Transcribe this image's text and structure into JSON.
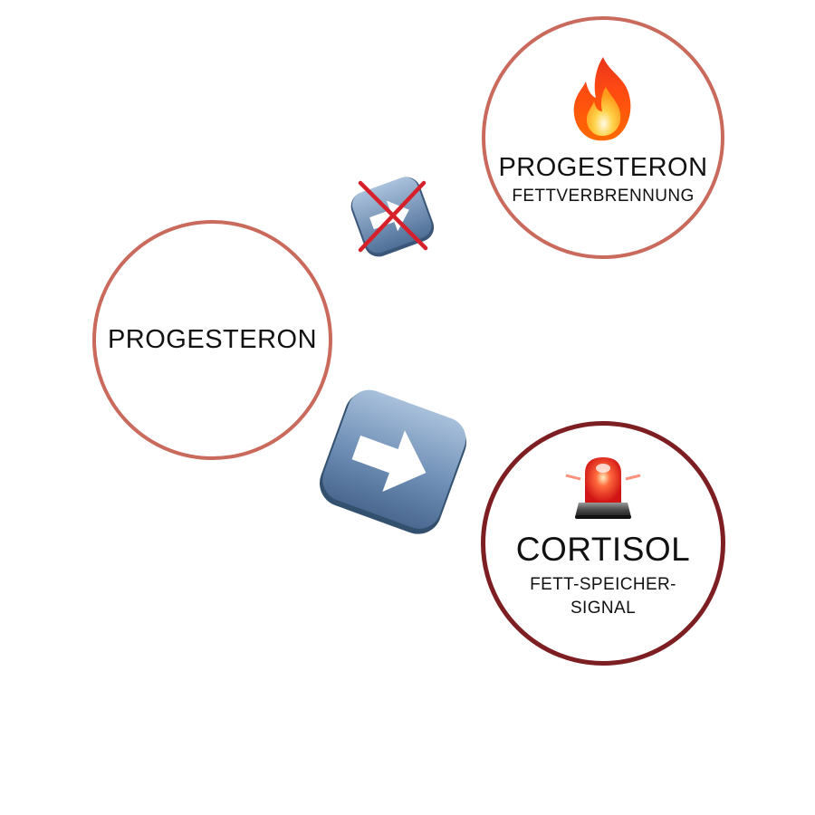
{
  "diagram": {
    "source": {
      "label": "PROGESTERON"
    },
    "blocked_target": {
      "icon": "fire-icon",
      "title": "PROGESTERON",
      "subtitle": "FETTVERBRENNUNG"
    },
    "active_target": {
      "icon": "police-siren-icon",
      "title": "CORTISOL",
      "subtitle_line1": "FETT-SPEICHER-",
      "subtitle_line2": "SIGNAL"
    },
    "connectors": [
      {
        "from": "PROGESTERON",
        "to": "PROGESTERON FETTVERBRENNUNG",
        "state": "blocked",
        "icon": "crossed-arrow-icon"
      },
      {
        "from": "PROGESTERON",
        "to": "CORTISOL",
        "state": "active",
        "icon": "right-arrow-icon"
      }
    ],
    "colors": {
      "circle_border": "#c96a5d",
      "cortisol_border": "#7d1f22",
      "arrow_tile": "#6a8bb3",
      "cross": "#d6202a"
    }
  }
}
